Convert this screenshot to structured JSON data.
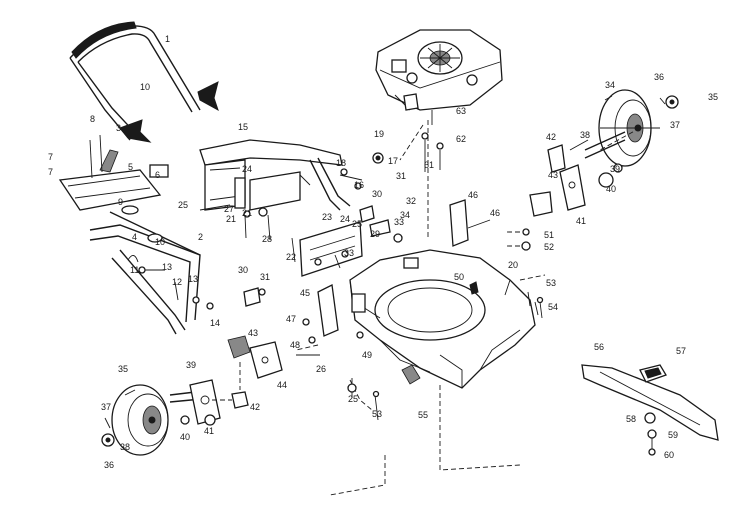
{
  "diagram": {
    "callouts": [
      "1",
      "2",
      "3",
      "3",
      "4",
      "5",
      "6",
      "7",
      "7",
      "8",
      "9",
      "10",
      "10",
      "11",
      "12",
      "13",
      "13",
      "14",
      "15",
      "16",
      "17",
      "18",
      "19",
      "20",
      "21",
      "21",
      "22",
      "23",
      "24",
      "24",
      "25",
      "25",
      "25",
      "26",
      "27",
      "28",
      "29",
      "30",
      "30",
      "31",
      "31",
      "32",
      "33",
      "33",
      "34",
      "34",
      "35",
      "35",
      "36",
      "36",
      "37",
      "37",
      "38",
      "38",
      "39",
      "39",
      "40",
      "40",
      "41",
      "41",
      "42",
      "42",
      "43",
      "43",
      "44",
      "45",
      "46",
      "46",
      "47",
      "48",
      "49",
      "50",
      "51",
      "52",
      "53",
      "53",
      "54",
      "55",
      "56",
      "57",
      "58",
      "59",
      "60",
      "61",
      "62",
      "63"
    ]
  }
}
